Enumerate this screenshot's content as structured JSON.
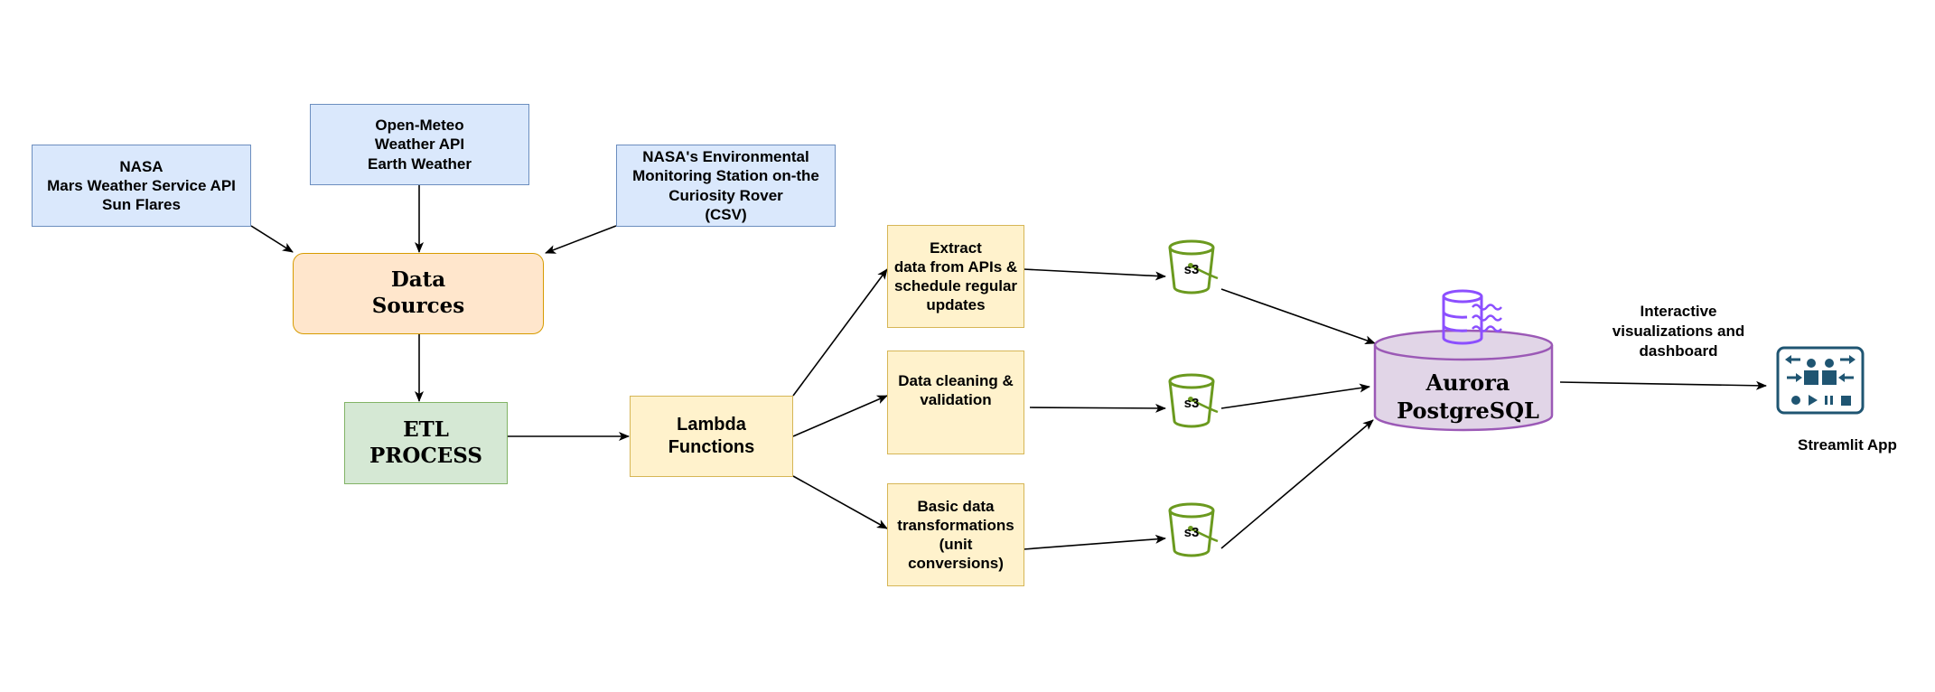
{
  "sources": {
    "nasa_mars": [
      "NASA",
      "Mars Weather Service API",
      "Sun Flares"
    ],
    "open_meteo": [
      "Open-Meteo",
      "Weather API",
      "Earth Weather"
    ],
    "nasa_rover": [
      "NASA's Environmental",
      "Monitoring Station on-the",
      "Curiosity Rover",
      "(CSV)"
    ]
  },
  "data_sources": [
    "Data",
    "Sources"
  ],
  "etl": [
    "ETL",
    "PROCESS"
  ],
  "lambda": [
    "Lambda",
    "Functions"
  ],
  "tasks": {
    "extract": [
      "Extract",
      "data from APIs &",
      "schedule regular",
      "updates"
    ],
    "cleaning": [
      "Data cleaning &",
      "validation"
    ],
    "transform": [
      "Basic data",
      "transformations",
      "(unit",
      "conversions)"
    ]
  },
  "s3_label": "s3",
  "aurora": [
    "Aurora",
    "PostgreSQL"
  ],
  "interactive_label": [
    "Interactive",
    "visualizations and",
    "dashboard"
  ],
  "streamlit_label": "Streamlit App",
  "colors": {
    "blue_fill": "#dae8fc",
    "blue_stroke": "#6c8ebf",
    "yellow_fill": "#fff2cc",
    "yellow_stroke": "#d6b656",
    "orange_fill": "#ffe6cc",
    "orange_stroke": "#d79b00",
    "green_fill": "#d5e8d4",
    "green_stroke": "#82b366",
    "s3_green": "#6b9a1f",
    "aurora_purple": "#9b59b6",
    "aurora_fill": "#e1d5e7",
    "streamlit_blue": "#1f5572"
  },
  "icons": [
    "s3-bucket-icon",
    "aurora-database-icon",
    "streamlit-dashboard-icon"
  ]
}
